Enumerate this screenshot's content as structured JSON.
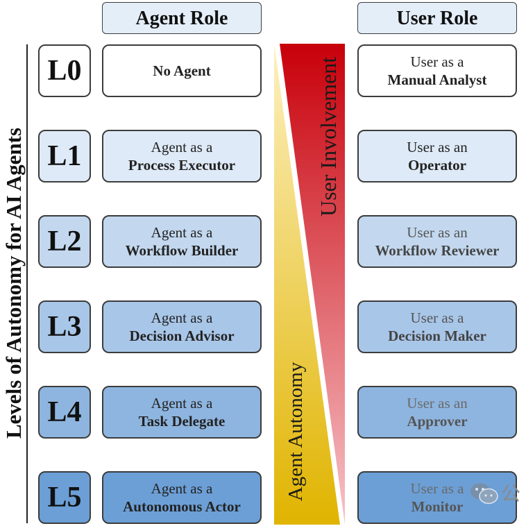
{
  "headers": {
    "agent_role": "Agent Role",
    "user_role": "User Role"
  },
  "side_title": "Levels of Autonomy for AI Agents",
  "levels": [
    {
      "code": "L0",
      "agent_l1": "",
      "agent_l2": "No Agent",
      "user_l1": "User as a",
      "user_l2": "Manual Analyst",
      "fill": "#ffffff"
    },
    {
      "code": "L1",
      "agent_l1": "Agent as a",
      "agent_l2": "Process Executor",
      "user_l1": "User as an",
      "user_l2": "Operator",
      "fill": "#deeaf7"
    },
    {
      "code": "L2",
      "agent_l1": "Agent as a",
      "agent_l2": "Workflow Builder",
      "user_l1": "User as an",
      "user_l2": "Workflow Reviewer",
      "fill": "#c3d8ef"
    },
    {
      "code": "L3",
      "agent_l1": "Agent as a",
      "agent_l2": "Decision Advisor",
      "user_l1": "User as a",
      "user_l2": "Decision Maker",
      "fill": "#a8c6e8"
    },
    {
      "code": "L4",
      "agent_l1": "Agent as a",
      "agent_l2": "Task Delegate",
      "user_l1": "User as an",
      "user_l2": "Approver",
      "fill": "#8eb5df"
    },
    {
      "code": "L5",
      "agent_l1": "Agent as a",
      "agent_l2": "Autonomous Actor",
      "user_l1": "User as a",
      "user_l2": "Monitor",
      "fill": "#6c9fd6"
    }
  ],
  "axes": {
    "user_involvement": "User Involvement",
    "agent_autonomy": "Agent Autonomy"
  },
  "colors": {
    "involvement_top": "#c8000a",
    "involvement_bottom": "#f7c4c8",
    "autonomy_top": "#fdf0c0",
    "autonomy_bottom": "#e0b400",
    "border": "#3c3c3c"
  },
  "watermark": {
    "text": "公",
    "icon": "wechat-icon"
  }
}
